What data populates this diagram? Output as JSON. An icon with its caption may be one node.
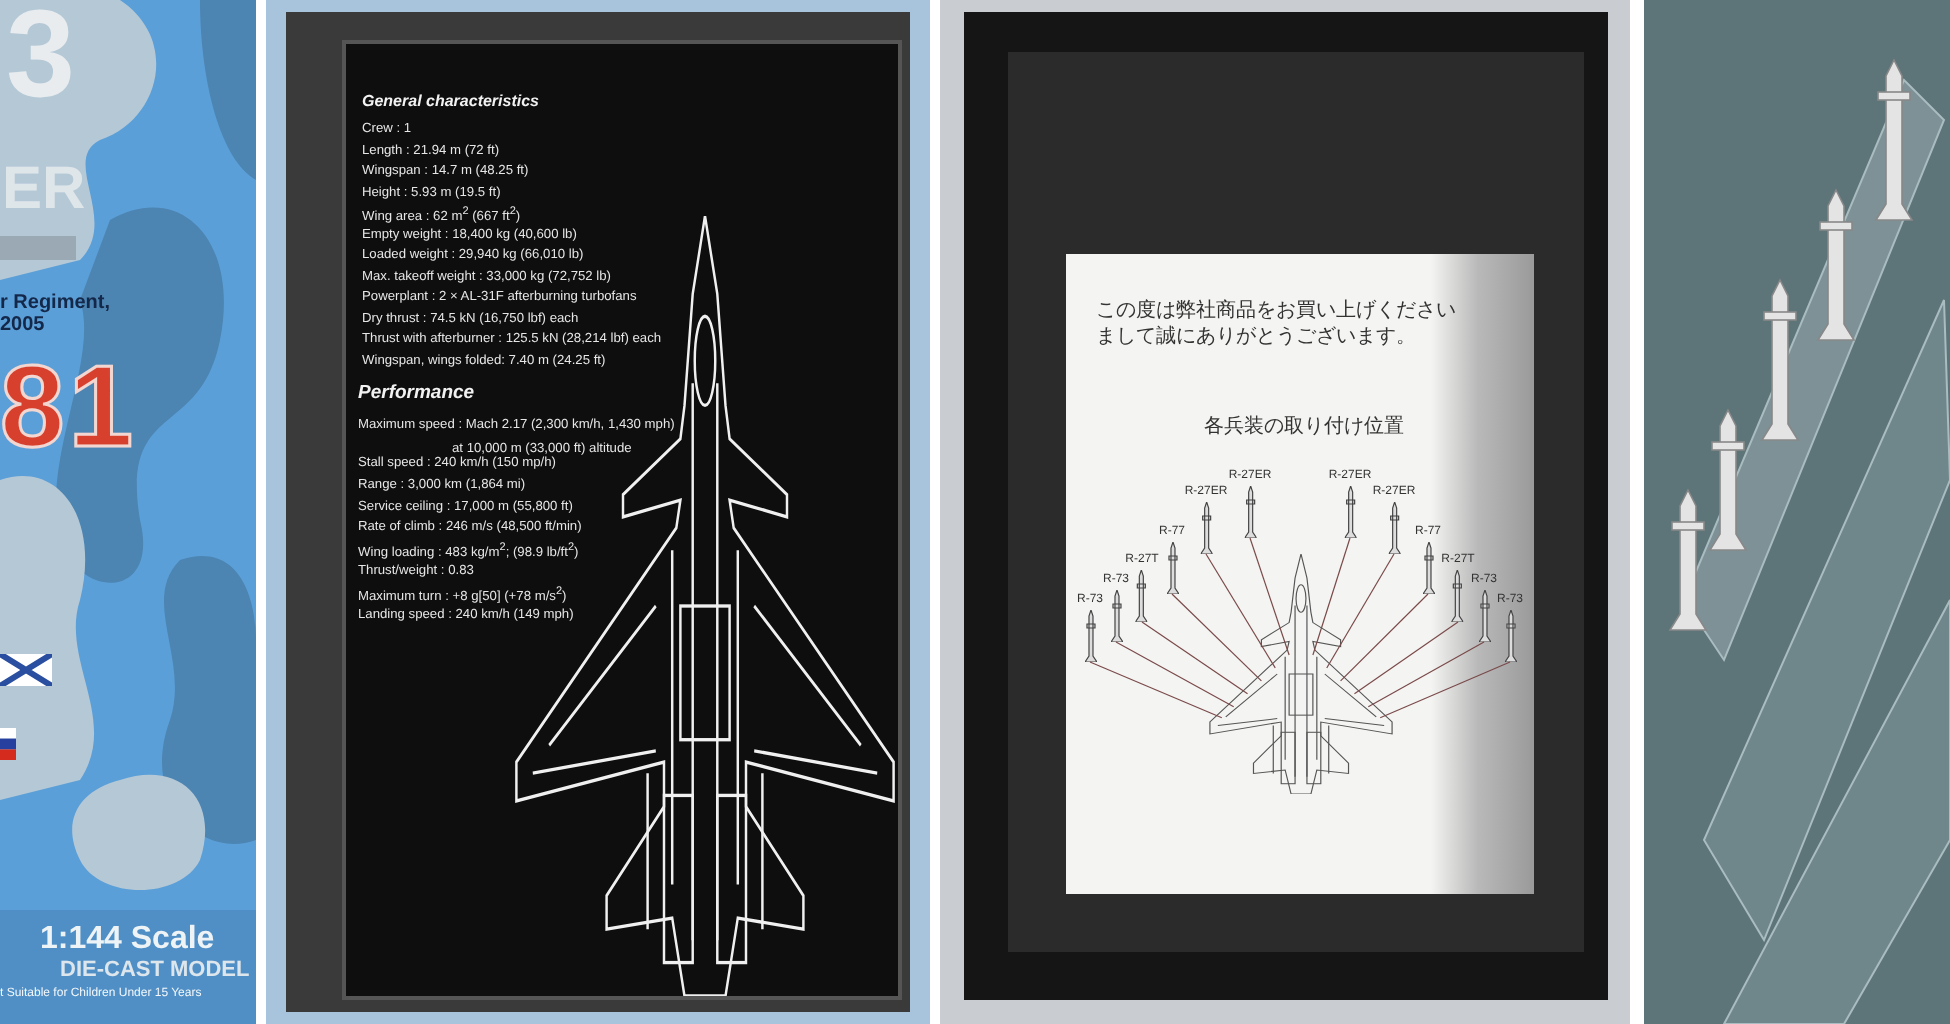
{
  "diagram": {
    "nodes": [
      {
        "text": [
          "R-73"
        ]
      },
      {
        "text": [
          "R-73"
        ]
      },
      {
        "text": [
          "R-27T"
        ]
      },
      {
        "text": [
          "R-77"
        ]
      },
      {
        "text": [
          "R-27ER"
        ]
      },
      {
        "text": [
          "R-27ER"
        ]
      },
      {
        "text": [
          "R-27ER"
        ]
      },
      {
        "text": [
          "R-27ER"
        ]
      },
      {
        "text": [
          "R-77"
        ]
      },
      {
        "text": [
          "R-27T"
        ]
      },
      {
        "text": [
          "R-73"
        ]
      },
      {
        "text": [
          "R-73"
        ]
      },
      {
        "text": [],
        "shape": "picture"
      }
    ],
    "edges": [
      {
        "from": 0,
        "to": 12,
        "arrow": "none"
      },
      {
        "from": 1,
        "to": 12,
        "arrow": "none"
      },
      {
        "from": 2,
        "to": 12,
        "arrow": "none"
      },
      {
        "from": 3,
        "to": 12,
        "arrow": "none"
      },
      {
        "from": 4,
        "to": 12,
        "arrow": "none"
      },
      {
        "from": 5,
        "to": 12,
        "arrow": "none"
      },
      {
        "from": 6,
        "to": 12,
        "arrow": "none"
      },
      {
        "from": 7,
        "to": 12,
        "arrow": "none"
      },
      {
        "from": 8,
        "to": 12,
        "arrow": "none"
      },
      {
        "from": 9,
        "to": 12,
        "arrow": "none"
      },
      {
        "from": 10,
        "to": 12,
        "arrow": "none"
      },
      {
        "from": 11,
        "to": 12,
        "arrow": "none"
      }
    ],
    "labels": [
      "3",
      "ER",
      "r Regiment, 2005",
      "81",
      "1:144 Scale",
      "DIE-CAST MODEL",
      "t Suitable for Children Under 15 Years",
      "General characteristics",
      "Crew : 1",
      "Length : 21.94 m (72 ft)",
      "Wingspan : 14.7 m (48.25 ft)",
      "Height : 5.93 m (19.5 ft)",
      "Wing area : 62 m$^{2}$ (667 ft$^{2}$)",
      "Empty weight : 18,400 kg (40,600 lb)",
      "Loaded weight : 29,940 kg (66,010 lb)",
      "Max. takeoff weight : 33,000 kg (72,752 lb)",
      "Powerplant : 2 × AL-31F afterburning turbofans",
      "Dry thrust : 74.5 kN (16,750 lbf) each",
      "Thrust with afterburner : 125.5 kN (28,214 lbf) each",
      "Wingspan, wings folded: 7.40 m (24.25 ft)",
      "Performance",
      "Maximum speed : Mach 2.17 (2,300 km/h, 1,430 mph) at 10,000 m (33,000 ft) altitude",
      "Stall speed : 240 km/h (150 mp/h)",
      "Range : 3,000 km (1,864 mi)",
      "Service ceiling : 17,000 m (55,800 ft)",
      "Rate of climb : 246 m/s (48,500 ft/min)",
      "Wing loading : 483 kg/m$^{2}$; (98.9 lb/ft$^{2}$)",
      "Thrust/weight : 0.83",
      "Maximum turn : +8 g[50] (+78 m/s$^{2}$)",
      "Landing speed : 240 km/h (149 mph)",
      "この度は弊社商品をお買い上げくださいまして誠にありがとうございます。",
      "各兵装の取り付け位置"
    ]
  }
}
